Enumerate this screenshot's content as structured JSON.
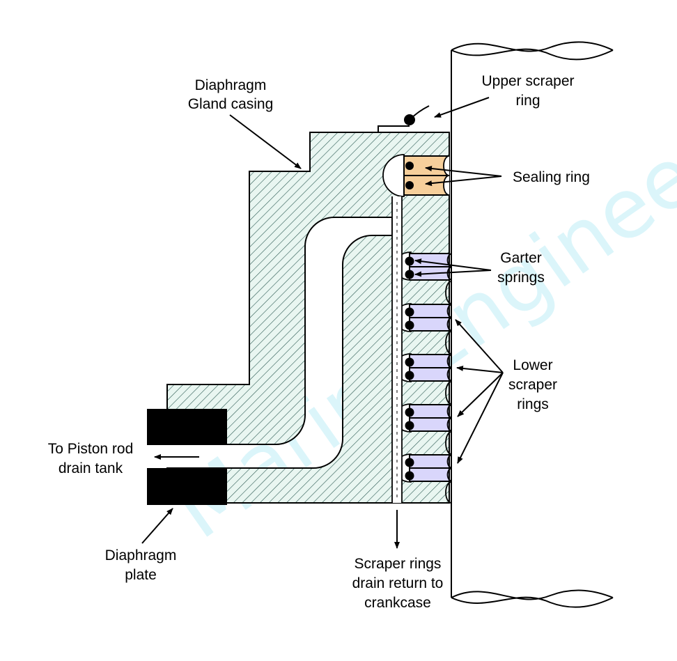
{
  "labels": {
    "diaphragm_gland_casing": [
      "Diaphragm",
      "Gland casing"
    ],
    "upper_scraper_ring": [
      "Upper scraper",
      "ring"
    ],
    "sealing_ring": [
      "Sealing ring"
    ],
    "garter_springs": [
      "Garter",
      "springs"
    ],
    "lower_scraper_rings": [
      "Lower",
      "scraper",
      "rings"
    ],
    "to_piston_rod_drain_tank": [
      "To Piston rod",
      "drain tank"
    ],
    "diaphragm_plate": [
      "Diaphragm",
      "plate"
    ],
    "scraper_rings_drain": [
      "Scraper rings",
      "drain return to",
      "crankcase"
    ]
  },
  "watermark": "MarineEngineeraj",
  "colors": {
    "casing_fill": "#e9f6f1",
    "hatch": "#2b5a52",
    "sealing_ring": "#f6cf9b",
    "scraper_ring": "#d9d6fb",
    "plate": "#000000",
    "watermark": "#7fdcf0"
  }
}
